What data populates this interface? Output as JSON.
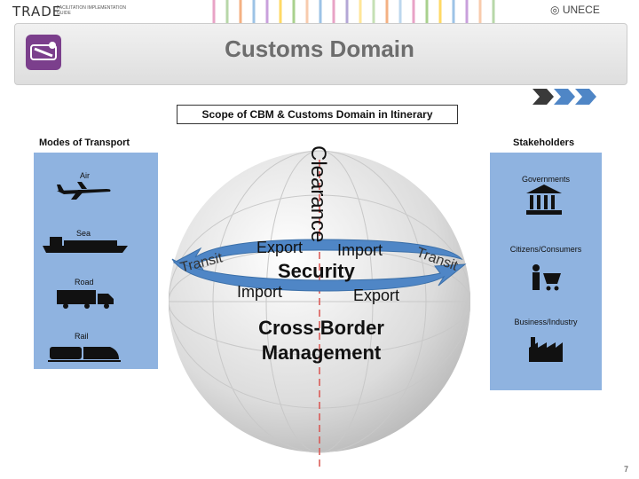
{
  "brand": {
    "left_logo": "TRADE",
    "left_logo_sub": "FACILITATION IMPLEMENTATION GUIDE",
    "right_logo": "UNECE",
    "right_logo_sub": ""
  },
  "title": "Customs Domain",
  "scope_box": "Scope of CBM & Customs Domain in Itinerary",
  "modes": {
    "heading": "Modes of Transport",
    "items": [
      {
        "label": "Air",
        "icon": "airplane-icon"
      },
      {
        "label": "Sea",
        "icon": "ship-icon"
      },
      {
        "label": "Road",
        "icon": "truck-icon"
      },
      {
        "label": "Rail",
        "icon": "train-icon"
      }
    ]
  },
  "stakeholders": {
    "heading": "Stakeholders",
    "items": [
      {
        "label": "Governments",
        "icon": "government-building-icon"
      },
      {
        "label": "Citizens/Consumers",
        "icon": "shopper-cart-icon"
      },
      {
        "label": "Business/Industry",
        "icon": "factory-icon"
      }
    ]
  },
  "globe": {
    "clearance": "Clearance",
    "export_top": "Export",
    "import_top": "Import",
    "security": "Security",
    "import_bottom": "Import",
    "export_bottom": "Export",
    "transit_left": "Transit",
    "transit_right": "Transit",
    "cross_border_line1": "Cross-Border",
    "cross_border_line2": "Management"
  },
  "page_number": "7",
  "colors": {
    "panel": "#8fb3e0",
    "arrow": "#4f86c6",
    "title": "#6d6d6d",
    "tool_icon_bg": "#7b3f8c",
    "dashed_line": "#d9534f"
  }
}
